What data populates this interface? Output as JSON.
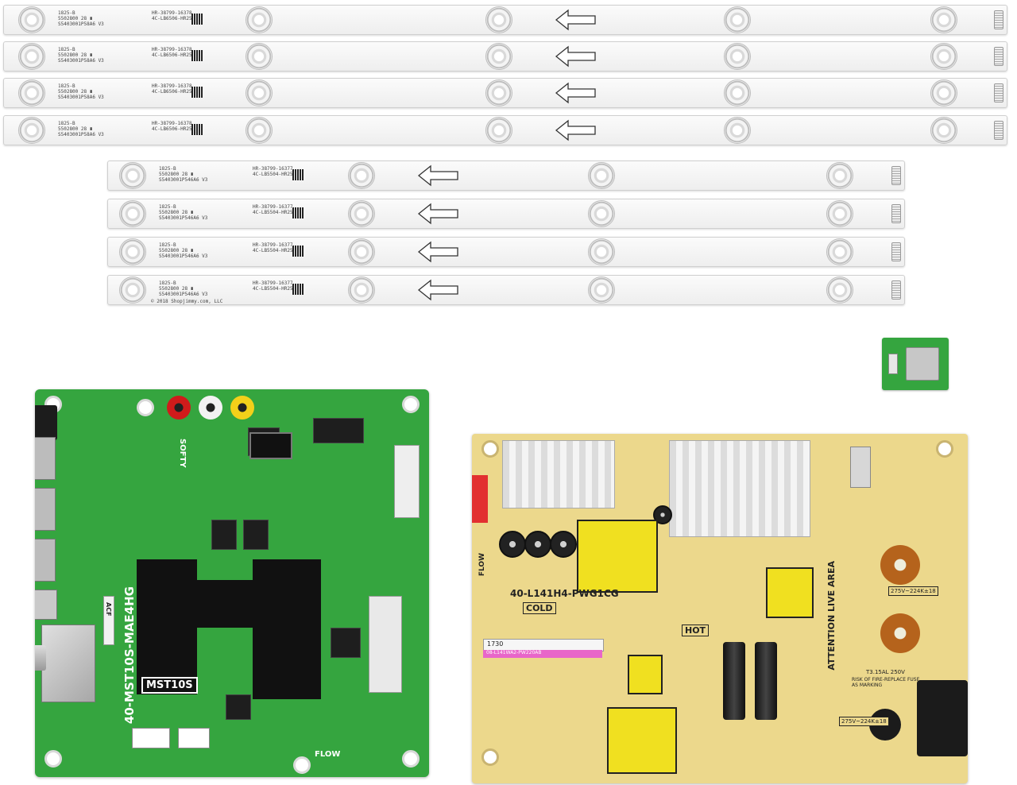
{
  "strips_long": {
    "code": "1825-B",
    "lot": "5502800 28 ∎",
    "serial": "S5403001P58A6 V3",
    "part": "HR-38799-16378",
    "part2": "4C-LB6506-HR25J"
  },
  "strips_short": {
    "code": "1825-B",
    "lot": "5502800 28 ∎",
    "serial": "S5403001P546A6 V3",
    "part": "HR-38799-16377",
    "part2": "4C-LB5504-HR25J"
  },
  "copyright": "© 2018 Shopjimmy.com, LLC",
  "mainboard": {
    "model": "40-MST10S-MAE4HG",
    "chip_label": "MST10S",
    "flow": "FLOW",
    "sony": "SOFTY",
    "acf": "ACF"
  },
  "psu": {
    "model": "40-L141H4-PWG1CG",
    "cold": "COLD",
    "hot": "HOT",
    "flow": "FLOW",
    "warning": "ATTENTION LIVE AREA",
    "fuse": "T3.15AL 250V",
    "fuse_note": "RISK OF FIRE-REPLACE FUSE AS MARKING",
    "batch": "1730",
    "sticker": "08-L141WA2-PW220AB",
    "cap_label1": "275V~224K±18",
    "cap_label2": "275V~224K±18"
  },
  "colors": {
    "pcb_green": "#35a53f",
    "psu_tan": "#ecd88c",
    "strip_white": "#f2f2f2"
  }
}
